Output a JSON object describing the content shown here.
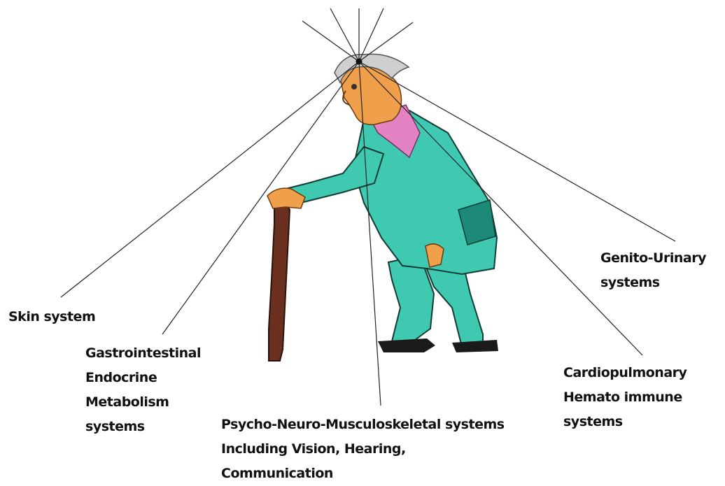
{
  "colors": {
    "suit": "#3ec9b0",
    "suit_shadow": "#1d8a78",
    "collar": "#e383c4",
    "skin": "#f0a04a",
    "cane": "#6b2f1f",
    "hair": "#cfcfcf",
    "shoes": "#1a1a1a",
    "line": "#222222",
    "text": "#111111"
  },
  "figure": {
    "name": "elderly man with cane"
  },
  "labels": {
    "skin": [
      "Skin system"
    ],
    "gastro": [
      "Gastrointestinal",
      "Endocrine",
      "Metabolism",
      "systems"
    ],
    "psycho": [
      "Psycho-Neuro-Musculoskeletal systems",
      "Including Vision, Hearing,",
      "Communication"
    ],
    "cardio": [
      "Cardiopulmonary",
      "Hemato immune",
      "systems"
    ],
    "genito": [
      "Genito-Urinary",
      "systems"
    ]
  }
}
